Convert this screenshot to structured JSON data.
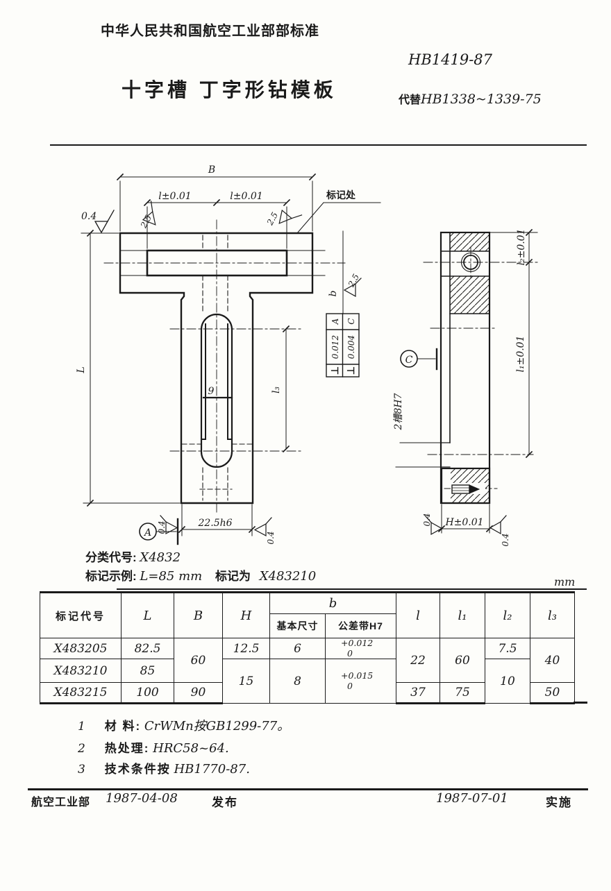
{
  "header": {
    "org_standard": "中华人民共和国航空工业部部标准",
    "standard_no": "HB1419-87",
    "title": "十字槽 丁字形钻模板",
    "supersedes_prefix": "代替",
    "supersedes": "HB1338~1339-75"
  },
  "drawing": {
    "front": {
      "dim_B": "B",
      "dim_l_left": "l±0.01",
      "dim_l_right": "l±0.01",
      "finish_top": "0.4",
      "finish_slot_left": "2.5",
      "finish_slot_right": "2.5",
      "mark_label": "标记处",
      "dim_L": "L",
      "dim_9": "9",
      "dim_l3": "l₃",
      "slot_width": "b",
      "slot_finish": "2.5",
      "fcf_row1": {
        "symbol": "⊥",
        "value": "0.012",
        "datum": "A"
      },
      "fcf_row2": {
        "symbol": "⊥",
        "value": "0.004",
        "datum": "C"
      },
      "dim_width": "22.5h6",
      "datum_a": "A",
      "finish_bottom_left": "0.4",
      "finish_bottom_right": "0.4"
    },
    "side": {
      "dim_l2": "l₂±0.01",
      "dim_l1": "l₁±0.01",
      "slots_label": "2槽8H7",
      "datum_c": "C",
      "dim_H": "H±0.01",
      "finish_left": "0.4",
      "finish_right": "0.4"
    }
  },
  "classification": {
    "label": "分类代号:",
    "value": "X4832"
  },
  "example": {
    "label": "标记示例:",
    "value": "L=85 mm",
    "label2": "标记为",
    "value2": "X483210"
  },
  "table": {
    "unit": "mm",
    "headers": {
      "code": "标记代号",
      "L": "L",
      "B": "B",
      "H": "H",
      "b": "b",
      "b_basic": "基本尺寸",
      "b_tol": "公差带H7",
      "l": "l",
      "l1": "l₁",
      "l2": "l₂",
      "l3": "l₃"
    },
    "rows": {
      "r1": {
        "code": "X483205",
        "L": "82.5",
        "B": "60",
        "H": "12.5",
        "b_basic": "6",
        "tol_upper": "+0.012",
        "tol_lower": "0",
        "l": "22",
        "l1": "60",
        "l2": "7.5",
        "l3": "40"
      },
      "r2": {
        "code": "X483210",
        "L": "85",
        "H": "15",
        "b_basic": "8",
        "tol_upper": "+0.015",
        "tol_lower": "0",
        "l2": "10"
      },
      "r3": {
        "code": "X483215",
        "L": "100",
        "B": "90",
        "l": "37",
        "l1": "75",
        "l3": "50"
      }
    }
  },
  "notes": {
    "n1": {
      "num": "1",
      "label": "材  料:",
      "text": "CrWMn按GB1299-77。"
    },
    "n2": {
      "num": "2",
      "label": "热处理:",
      "text": "HRC58~64."
    },
    "n3": {
      "num": "3",
      "label": "技术条件按",
      "text": "HB1770-87."
    }
  },
  "footer": {
    "org": "航空工业部",
    "release_date": "1987-04-08",
    "release_label": "发布",
    "impl_date": "1987-07-01",
    "impl_label": "实施"
  }
}
